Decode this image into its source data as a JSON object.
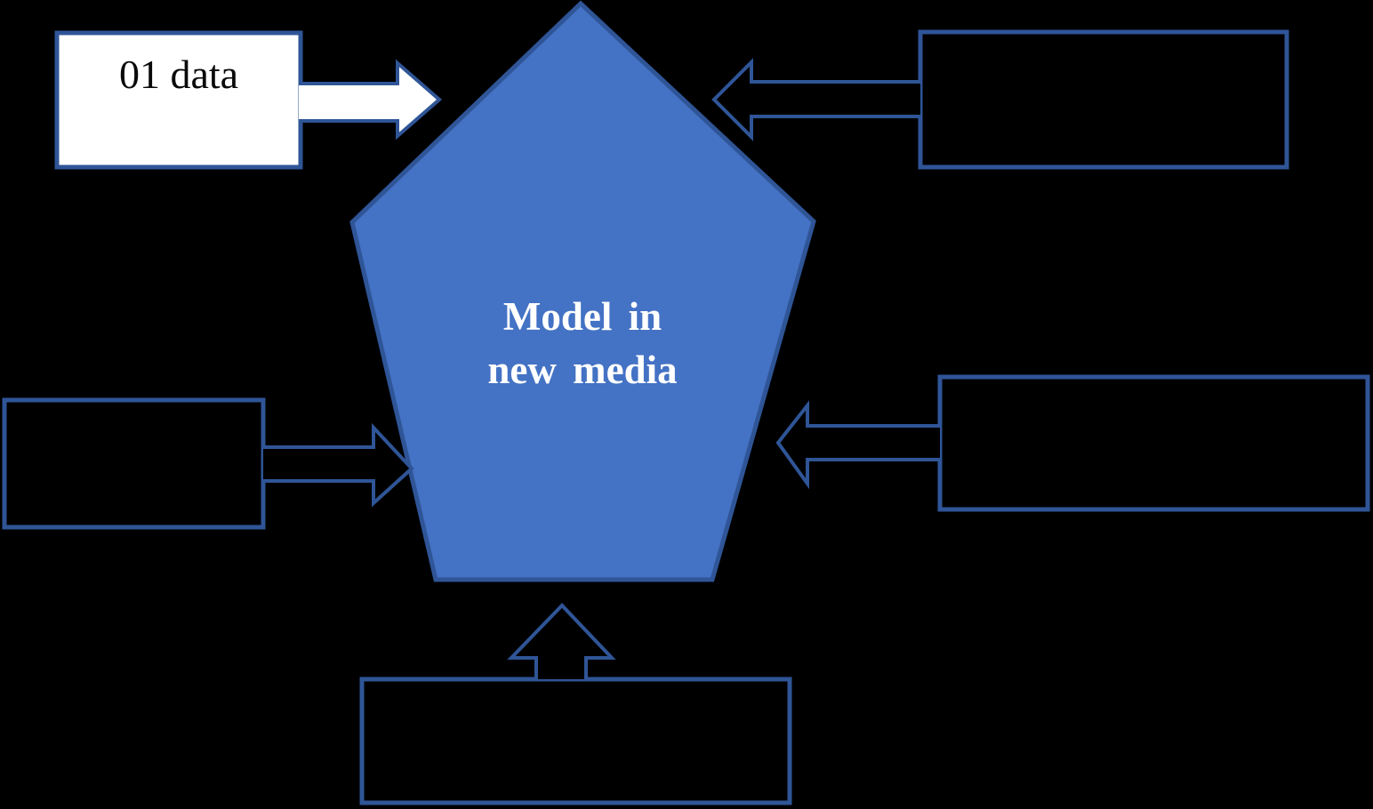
{
  "pentagon": {
    "line1": "Model in",
    "line2": "new media"
  },
  "boxes": {
    "top_left": {
      "label": "01 data"
    },
    "top_right": {
      "label": ""
    },
    "middle_left": {
      "label": ""
    },
    "middle_right": {
      "label": ""
    },
    "bottom": {
      "label": ""
    }
  },
  "colors": {
    "background": "#000000",
    "outline_blue": "#2F5597",
    "pentagon_fill": "#4472C4",
    "pentagon_text": "#FFFFFF",
    "white_box_fill": "#FFFFFF",
    "white_box_text": "#000000",
    "white_arrow_fill": "#FFFFFF"
  }
}
